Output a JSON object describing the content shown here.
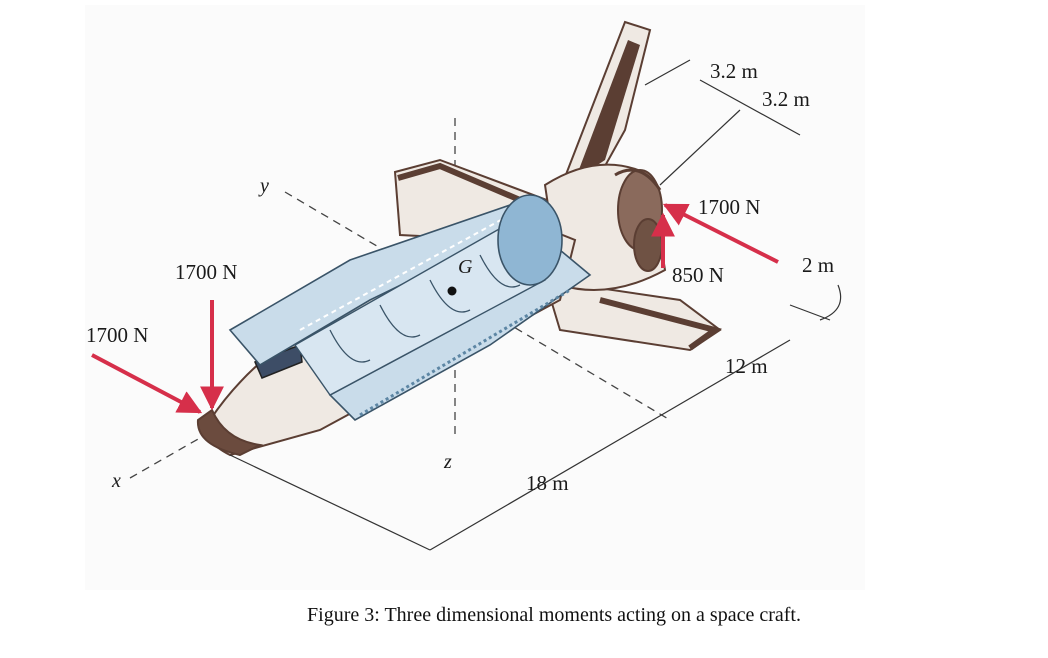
{
  "labels": {
    "force_nose_side": "1700 N",
    "force_nose_vertical": "1700 N",
    "force_engine": "1700 N",
    "force_engine_vertical": "850 N",
    "dim_3_2_a": "3.2 m",
    "dim_3_2_b": "3.2 m",
    "dim_2m": "2 m",
    "dim_12m": "12 m",
    "dim_18m": "18 m",
    "center_of_mass": "G",
    "axis_x": "x",
    "axis_y": "y",
    "axis_z": "z"
  },
  "caption": "Figure 3: Three dimensional moments acting on a space craft.",
  "colors": {
    "force_arrow": "#d62f4a",
    "hull": "#efe9e3",
    "hull_dark": "#5b3e33",
    "payload_bay": "#c9dcea",
    "dome": "#8fb6d3"
  }
}
